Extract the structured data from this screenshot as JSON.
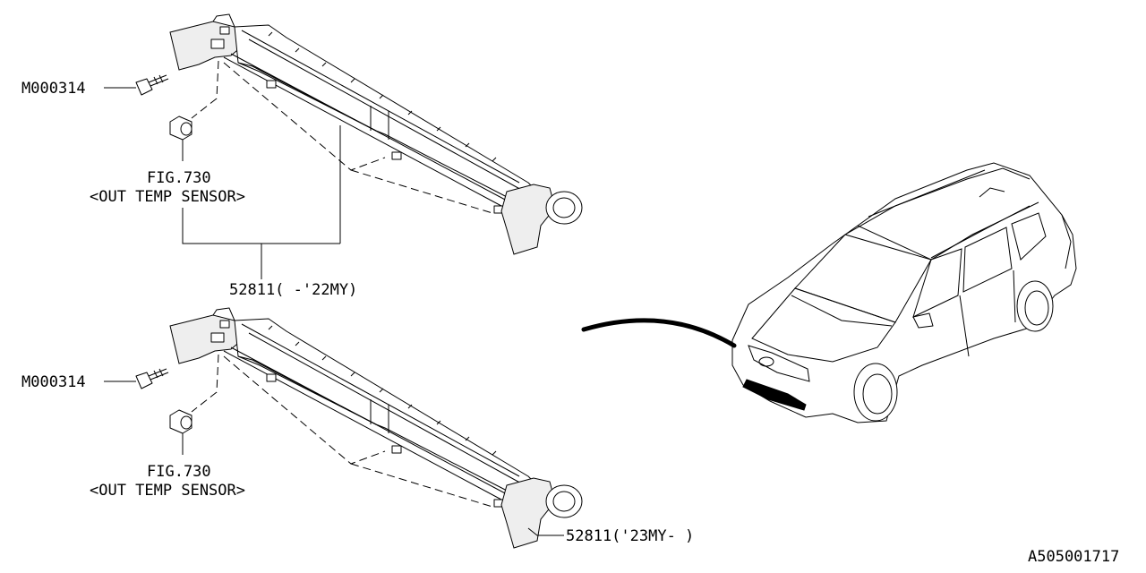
{
  "upper_assembly": {
    "bolt_label": "M000314",
    "sensor_fig": "FIG.730",
    "sensor_name": "<OUT TEMP SENSOR>",
    "part_label": "52811( -'22MY)"
  },
  "lower_assembly": {
    "bolt_label": "M000314",
    "sensor_fig": "FIG.730",
    "sensor_name": "<OUT TEMP SENSOR>",
    "part_label": "52811('23MY- )"
  },
  "diagram_id": "A505001717"
}
